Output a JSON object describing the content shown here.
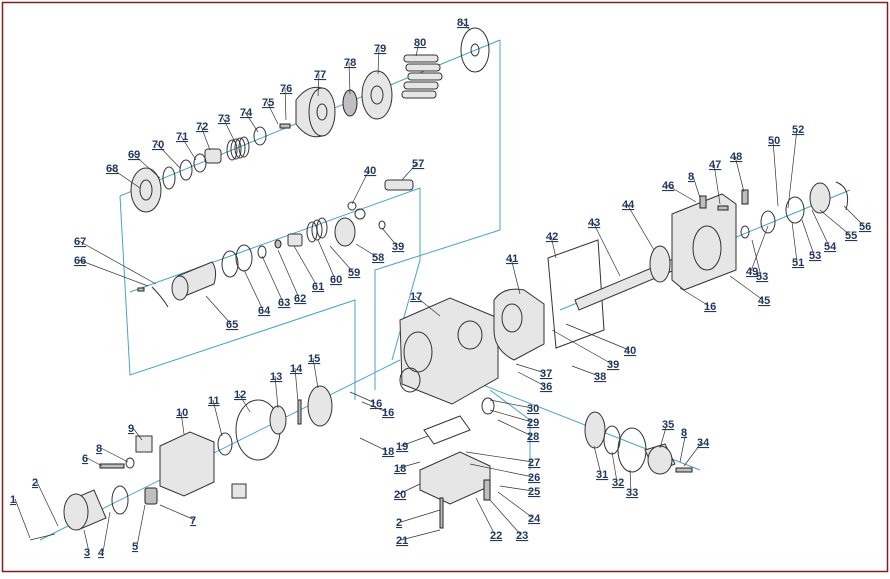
{
  "diagram": {
    "border_color": "#8b1a1a",
    "axis_color": "#4aa3c9",
    "label_color": "#23385f",
    "labels": [
      "1",
      "2",
      "3",
      "4",
      "5",
      "6",
      "7",
      "8",
      "9",
      "10",
      "11",
      "12",
      "13",
      "14",
      "15",
      "16",
      "16",
      "16",
      "17",
      "18",
      "18",
      "19",
      "20",
      "2",
      "21",
      "22",
      "23",
      "24",
      "25",
      "26",
      "27",
      "28",
      "29",
      "30",
      "31",
      "32",
      "33",
      "34",
      "35",
      "8",
      "36",
      "37",
      "38",
      "39",
      "40",
      "40",
      "39",
      "41",
      "42",
      "43",
      "44",
      "45",
      "46",
      "8",
      "47",
      "48",
      "49",
      "50",
      "51",
      "52",
      "53",
      "53",
      "54",
      "55",
      "56",
      "57",
      "58",
      "59",
      "60",
      "61",
      "62",
      "63",
      "64",
      "65",
      "66",
      "67",
      "68",
      "69",
      "70",
      "71",
      "72",
      "73",
      "74",
      "75",
      "76",
      "77",
      "78",
      "79",
      "80",
      "81"
    ]
  }
}
